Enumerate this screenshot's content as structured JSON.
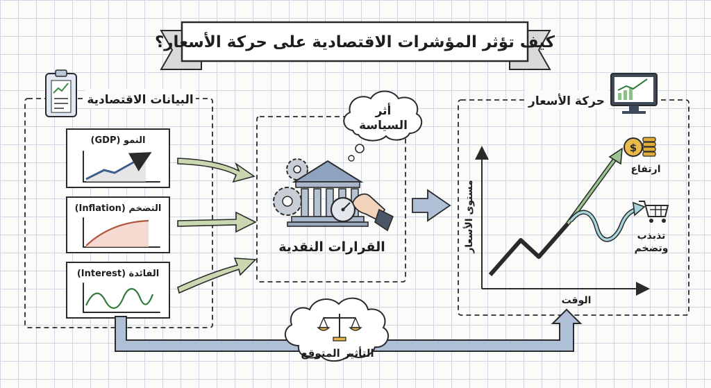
{
  "title": "كيف تؤثر المؤشرات الاقتصادية على حركة الأسعار؟",
  "economic_data": {
    "heading": "البيانات الاقتصادية",
    "cards": [
      {
        "label": "النمو (GDP)"
      },
      {
        "label": "التضخم (Inflation)"
      },
      {
        "label": "الفائدة (Interest)"
      }
    ]
  },
  "policy": {
    "bubble_line1": "أثر",
    "bubble_line2": "السياسة",
    "label": "القرارات النقدية"
  },
  "price_movement": {
    "heading": "حركة الأسعار",
    "y_axis": "مستوى الأسعار",
    "x_axis": "الوقت",
    "rise_label": "ارتفاع",
    "volatility_line1": "تذبذب",
    "volatility_line2": "وتضخم"
  },
  "expected_impact": {
    "label": "التأثير المتوقع"
  },
  "colors": {
    "arrow_fill": "#c9d8b0",
    "flow_fill": "#aebfd6",
    "rise_line": "#9bc48f",
    "volatility_line": "#a8d4dc",
    "card_bg": "#ffffff",
    "ribbon_fill": "#d9d9d9"
  }
}
